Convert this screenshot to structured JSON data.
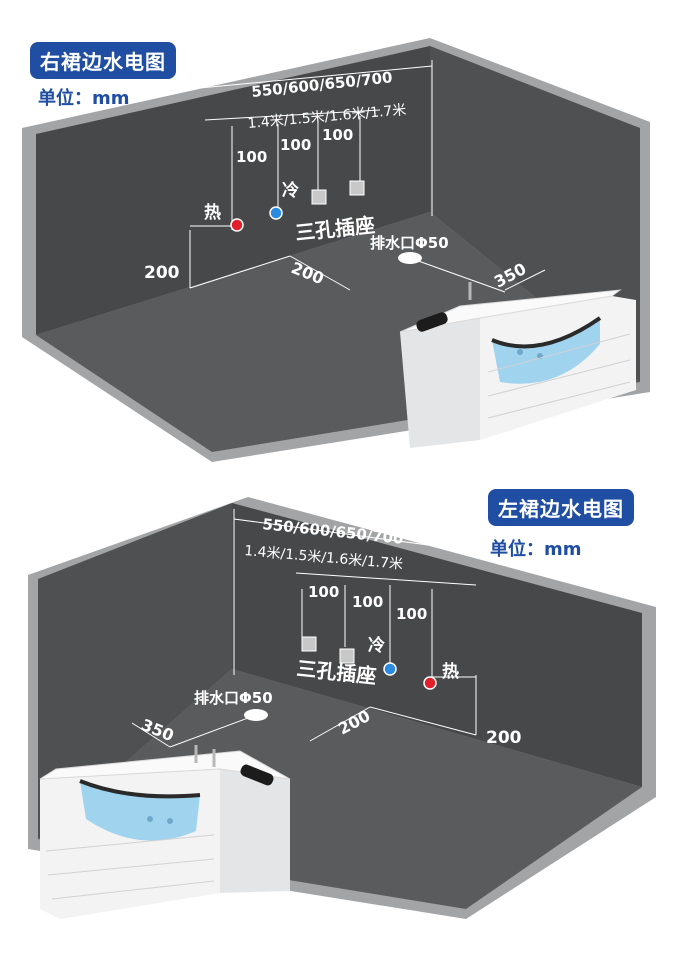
{
  "diagrams": [
    {
      "title": "右裙边水电图",
      "unit": "单位：mm",
      "wall_width_label": "550/600/650/700",
      "tub_length_label": "1.4米/1.5米/1.6米/1.7米",
      "spacing_1": "100",
      "spacing_2": "100",
      "spacing_3": "100",
      "hot_label": "热",
      "cold_label": "冷",
      "socket_label": "三孔插座",
      "drain_label": "排水口Φ50",
      "height_label": "200",
      "drain_offset_label": "200",
      "drain_side_label": "350"
    },
    {
      "title": "左裙边水电图",
      "unit": "单位：mm",
      "wall_width_label": "550/600/650/700",
      "tub_length_label": "1.4米/1.5米/1.6米/1.7米",
      "spacing_1": "100",
      "spacing_2": "100",
      "spacing_3": "100",
      "hot_label": "热",
      "cold_label": "冷",
      "socket_label": "三孔插座",
      "drain_label": "排水口Φ50",
      "height_label": "200",
      "drain_offset_label": "200",
      "drain_side_label": "350"
    }
  ],
  "colors": {
    "wall": "#4a4b4d",
    "wall_edge": "#a3a4a6",
    "floor": "#5a5b5d",
    "badge": "#1f4ea3",
    "hot": "#e0202a",
    "cold": "#2a8be0"
  }
}
